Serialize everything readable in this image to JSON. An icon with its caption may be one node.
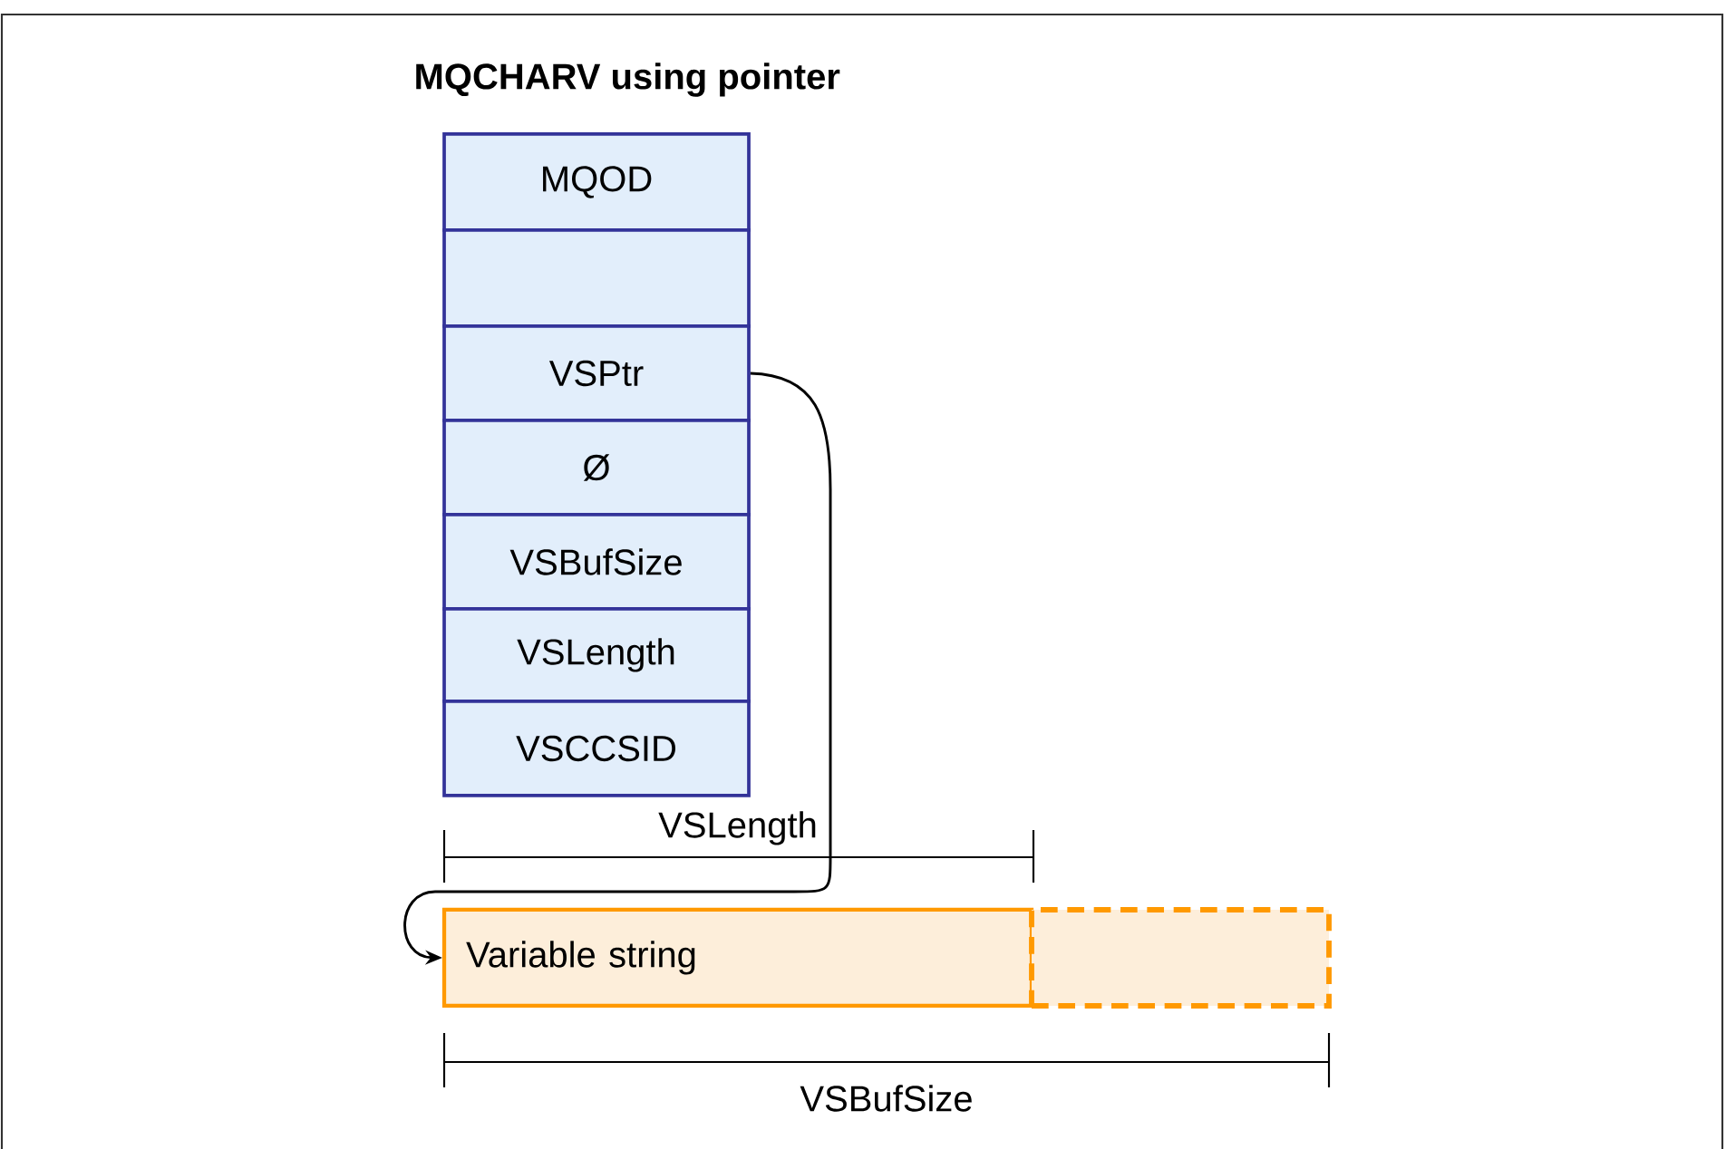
{
  "diagram": {
    "title": "MQCHARV using pointer",
    "nodes": [
      {
        "text": [
          "MQOD"
        ]
      },
      {
        "text": [],
        "shape": "box"
      },
      {
        "text": [
          "VSPtr"
        ]
      },
      {
        "text": [
          "Ø"
        ]
      },
      {
        "text": [
          "VSBufSize"
        ]
      },
      {
        "text": [
          "VSLength"
        ]
      },
      {
        "text": [
          "VSCCSID"
        ]
      },
      {
        "text": [
          "Variable string"
        ]
      },
      {
        "text": [],
        "shape": "box"
      }
    ],
    "edges": [
      {
        "from": 2,
        "to": 7,
        "arrow": "to"
      }
    ],
    "labels": [
      "VSLength",
      "VSBufSize"
    ]
  }
}
